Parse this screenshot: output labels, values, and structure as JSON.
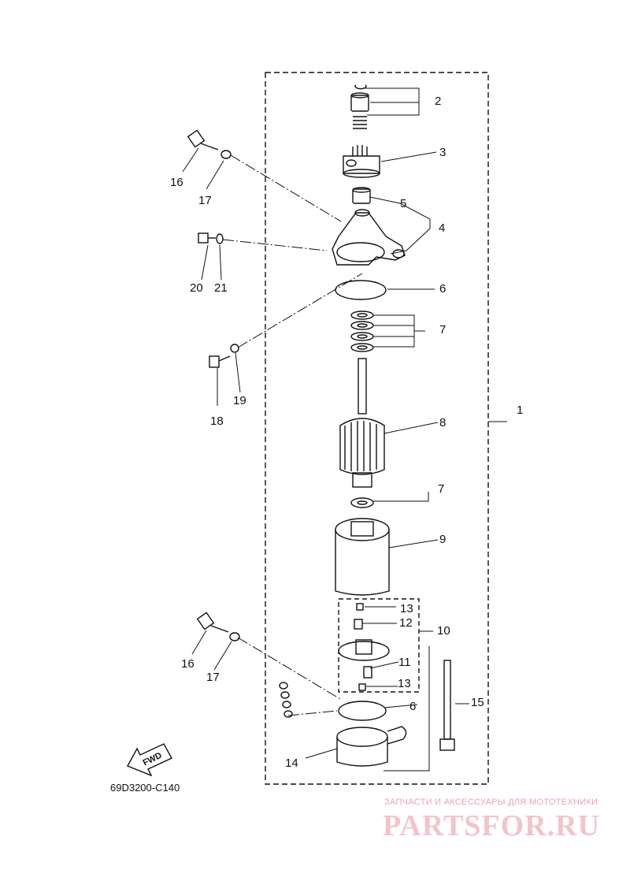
{
  "diagram": {
    "part_code": "69D3200-C140",
    "fwd_label": "FWD",
    "callouts": [
      "1",
      "2",
      "3",
      "4",
      "5",
      "6",
      "6",
      "7",
      "7",
      "8",
      "9",
      "10",
      "11",
      "12",
      "13",
      "13",
      "14",
      "15",
      "16",
      "16",
      "17",
      "17",
      "18",
      "19",
      "20",
      "21"
    ]
  },
  "watermark": {
    "subtitle": "ЗАПЧАСТИ И АКСЕССУАРЫ ДЛЯ МОТОТЕХНИКИ",
    "brand": "PARTSFOR.RU"
  },
  "colors": {
    "ink": "#111111",
    "watermark": "#e8a6ad"
  }
}
